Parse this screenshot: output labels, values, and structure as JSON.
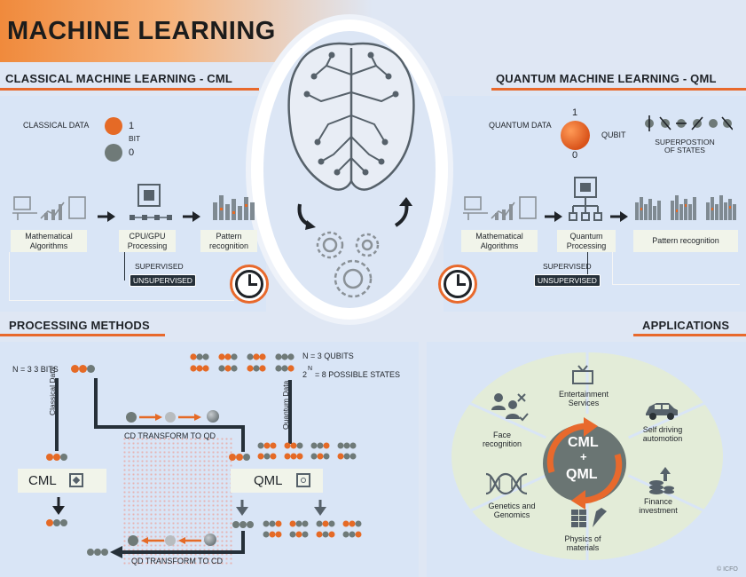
{
  "title": "MACHINE LEARNING",
  "cml": {
    "header": "CLASSICAL MACHINE LEARNING - CML",
    "data_label": "CLASSICAL DATA",
    "bit_one": "1",
    "bit_label": "BIT",
    "bit_zero": "0",
    "step1": "Mathematical Algorithms",
    "step2": "CPU/GPU Processing",
    "step3": "Pattern recognition",
    "supervised": "SUPERVISED",
    "unsupervised": "UNSUPERVISED"
  },
  "qml": {
    "header": "QUANTUM MACHINE LEARNING - QML",
    "data_label": "QUANTUM DATA",
    "one": "1",
    "qubit_label": "QUBIT",
    "zero": "0",
    "superposition": "SUPERPOSTION OF STATES",
    "step1": "Mathematical Algorithms",
    "step2": "Quantum Processing",
    "step3": "Pattern recognition",
    "supervised": "SUPERVISED",
    "unsupervised": "UNSUPERVISED"
  },
  "processing": {
    "header": "PROCESSING METHODS",
    "bits_label": "N = 3   3 BITS",
    "qubits_label": "N = 3 QUBITS",
    "states_base": "2",
    "states_exp": "N",
    "states_text": "= 8 POSSIBLE STATES",
    "classical_data": "Classical Data",
    "quantum_data": "Quantum Data",
    "cd_to_qd": "CD TRANSFORM TO QD",
    "qd_to_cd": "QD TRANSFORM TO CD",
    "cml_box": "CML",
    "qml_box": "QML"
  },
  "applications": {
    "header": "APPLICATIONS",
    "center_line1": "CML",
    "center_line2": "+",
    "center_line3": "QML",
    "entertainment": "Entertainment Services",
    "self_driving": "Self driving automotion",
    "finance": "Finance investment",
    "physics": "Physics of materials",
    "genetics": "Genetics and Genomics",
    "face": "Face recognition"
  },
  "credit": "© ICFO",
  "colors": {
    "accent": "#e8692c",
    "panel": "#d9e5f6",
    "dark": "#263039"
  }
}
